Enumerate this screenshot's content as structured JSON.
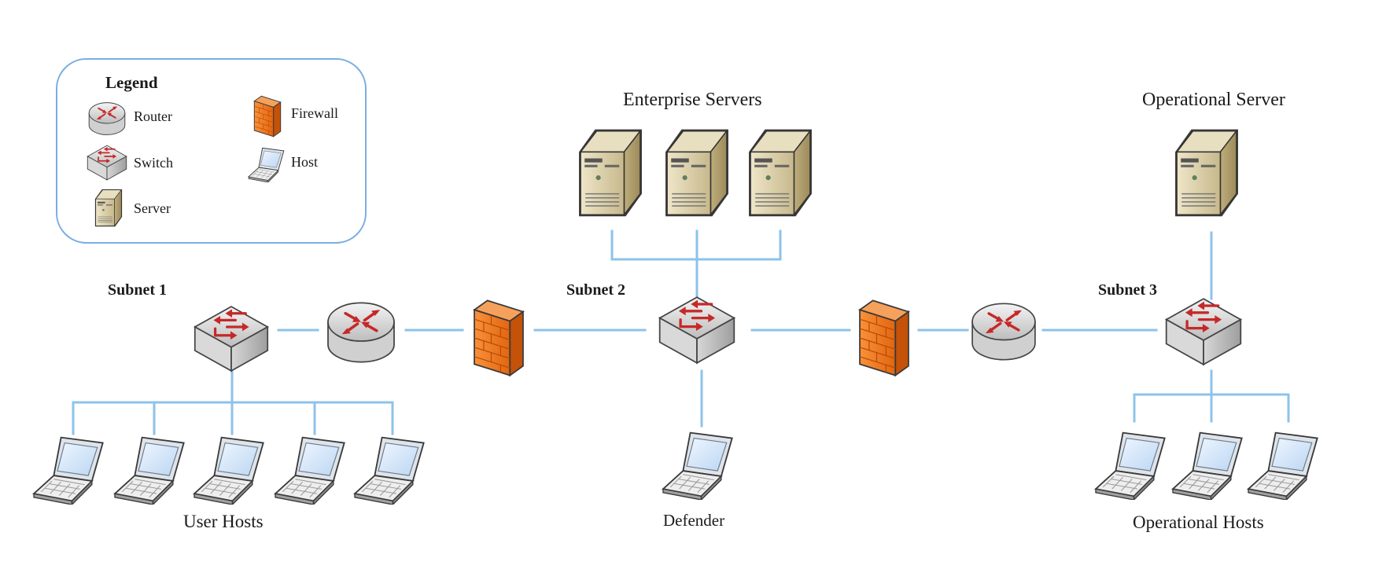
{
  "legend": {
    "title": "Legend",
    "items": {
      "router": "Router",
      "switch": "Switch",
      "server": "Server",
      "firewall": "Firewall",
      "host": "Host"
    }
  },
  "labels": {
    "enterprise_servers": "Enterprise Servers",
    "operational_server": "Operational Server",
    "subnet1": "Subnet 1",
    "subnet2": "Subnet 2",
    "subnet3": "Subnet 3",
    "user_hosts": "User Hosts",
    "defender": "Defender",
    "operational_hosts": "Operational Hosts"
  },
  "colors": {
    "link": "#8dc3ea",
    "legend_border": "#7aaee0",
    "firewall": "#f07a1e",
    "device_red": "#c62828",
    "server_tan": "#d8cba4"
  },
  "icons": {
    "router": "router-icon",
    "switch": "switch-icon",
    "server": "server-icon",
    "firewall": "firewall-icon",
    "host": "laptop-icon"
  }
}
